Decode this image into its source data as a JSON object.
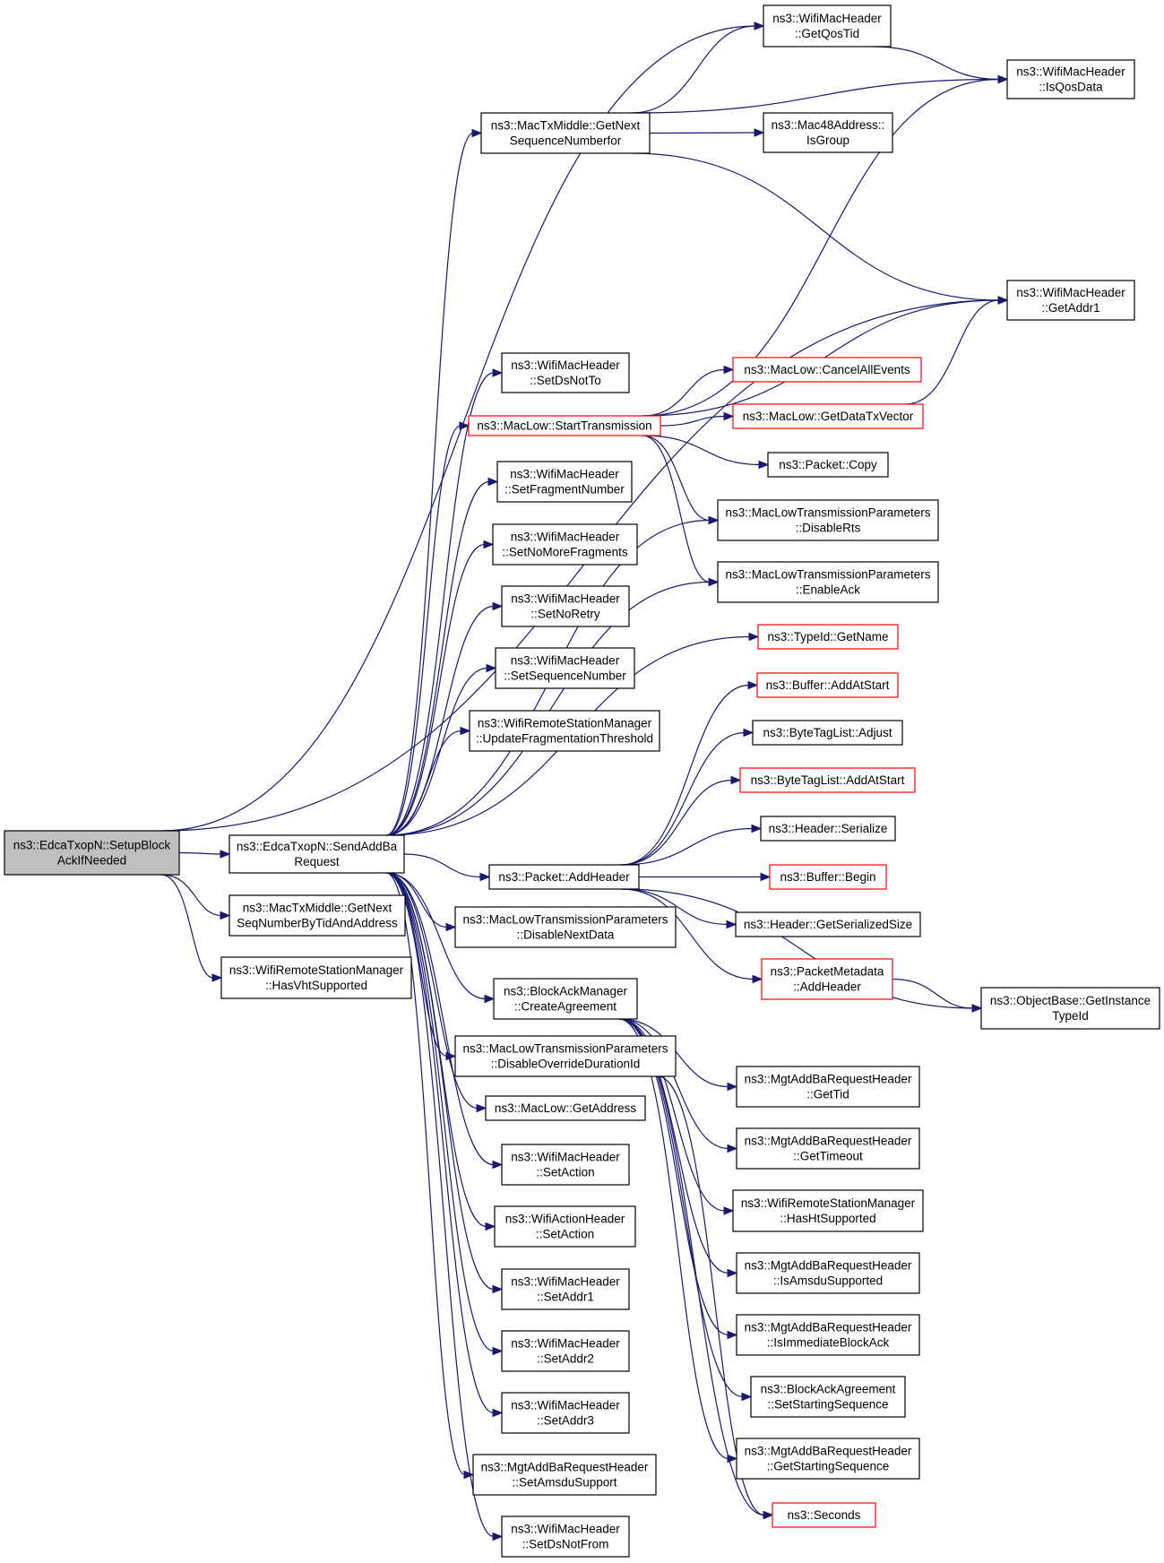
{
  "diagram": {
    "type": "doxygen-call-graph",
    "nodes": [
      {
        "id": "setupblock",
        "lines": [
          "ns3::EdcaTxopN::SetupBlock",
          "AckIfNeeded"
        ],
        "style": "root"
      },
      {
        "id": "sendaddba",
        "lines": [
          "ns3::EdcaTxopN::SendAddBa",
          "Request"
        ],
        "style": "normal"
      },
      {
        "id": "getnextseqtid",
        "lines": [
          "ns3::MacTxMiddle::GetNext",
          "SeqNumberByTidAndAddress"
        ],
        "style": "normal"
      },
      {
        "id": "hasvht",
        "lines": [
          "ns3::WifiRemoteStationManager",
          "::HasVhtSupported"
        ],
        "style": "normal"
      },
      {
        "id": "getnextseqfor",
        "lines": [
          "ns3::MacTxMiddle::GetNext",
          "SequenceNumberfor"
        ],
        "style": "normal"
      },
      {
        "id": "getqostid",
        "lines": [
          "ns3::WifiMacHeader",
          "::GetQosTid"
        ],
        "style": "normal"
      },
      {
        "id": "isqosdata",
        "lines": [
          "ns3::WifiMacHeader",
          "::IsQosData"
        ],
        "style": "normal"
      },
      {
        "id": "isgroup",
        "lines": [
          "ns3::Mac48Address::",
          "IsGroup"
        ],
        "style": "normal"
      },
      {
        "id": "getaddr1",
        "lines": [
          "ns3::WifiMacHeader",
          "::GetAddr1"
        ],
        "style": "normal"
      },
      {
        "id": "setdsnotto",
        "lines": [
          "ns3::WifiMacHeader",
          "::SetDsNotTo"
        ],
        "style": "normal"
      },
      {
        "id": "starttx",
        "lines": [
          "ns3::MacLow::StartTransmission"
        ],
        "style": "red"
      },
      {
        "id": "cancelall",
        "lines": [
          "ns3::MacLow::CancelAllEvents"
        ],
        "style": "red"
      },
      {
        "id": "getdatatx",
        "lines": [
          "ns3::MacLow::GetDataTxVector"
        ],
        "style": "red"
      },
      {
        "id": "packetcopy",
        "lines": [
          "ns3::Packet::Copy"
        ],
        "style": "normal"
      },
      {
        "id": "disablerts",
        "lines": [
          "ns3::MacLowTransmissionParameters",
          "::DisableRts"
        ],
        "style": "normal"
      },
      {
        "id": "enableack",
        "lines": [
          "ns3::MacLowTransmissionParameters",
          "::EnableAck"
        ],
        "style": "normal"
      },
      {
        "id": "setfragnum",
        "lines": [
          "ns3::WifiMacHeader",
          "::SetFragmentNumber"
        ],
        "style": "normal"
      },
      {
        "id": "setnomorefrag",
        "lines": [
          "ns3::WifiMacHeader",
          "::SetNoMoreFragments"
        ],
        "style": "normal"
      },
      {
        "id": "setnoretry",
        "lines": [
          "ns3::WifiMacHeader",
          "::SetNoRetry"
        ],
        "style": "normal"
      },
      {
        "id": "setseqnum",
        "lines": [
          "ns3::WifiMacHeader",
          "::SetSequenceNumber"
        ],
        "style": "normal"
      },
      {
        "id": "updatefrag",
        "lines": [
          "ns3::WifiRemoteStationManager",
          "::UpdateFragmentationThreshold"
        ],
        "style": "normal"
      },
      {
        "id": "typeidname",
        "lines": [
          "ns3::TypeId::GetName"
        ],
        "style": "red"
      },
      {
        "id": "bufaddatstart",
        "lines": [
          "ns3::Buffer::AddAtStart"
        ],
        "style": "red"
      },
      {
        "id": "bytetagadjust",
        "lines": [
          "ns3::ByteTagList::Adjust"
        ],
        "style": "normal"
      },
      {
        "id": "bytetagaddatstart",
        "lines": [
          "ns3::ByteTagList::AddAtStart"
        ],
        "style": "red"
      },
      {
        "id": "headerserialize",
        "lines": [
          "ns3::Header::Serialize"
        ],
        "style": "normal"
      },
      {
        "id": "bufbegin",
        "lines": [
          "ns3::Buffer::Begin"
        ],
        "style": "red"
      },
      {
        "id": "headersersize",
        "lines": [
          "ns3::Header::GetSerializedSize"
        ],
        "style": "normal"
      },
      {
        "id": "pktmetaadd",
        "lines": [
          "ns3::PacketMetadata",
          "::AddHeader"
        ],
        "style": "red"
      },
      {
        "id": "getinstancetypeid",
        "lines": [
          "ns3::ObjectBase::GetInstance",
          "TypeId"
        ],
        "style": "normal"
      },
      {
        "id": "packetaddheader",
        "lines": [
          "ns3::Packet::AddHeader"
        ],
        "style": "normal"
      },
      {
        "id": "disablenextdata",
        "lines": [
          "ns3::MacLowTransmissionParameters",
          "::DisableNextData"
        ],
        "style": "normal"
      },
      {
        "id": "createagreement",
        "lines": [
          "ns3::BlockAckManager",
          "::CreateAgreement"
        ],
        "style": "normal"
      },
      {
        "id": "disableoverride",
        "lines": [
          "ns3::MacLowTransmissionParameters",
          "::DisableOverrideDurationId"
        ],
        "style": "normal"
      },
      {
        "id": "getaddress",
        "lines": [
          "ns3::MacLow::GetAddress"
        ],
        "style": "normal"
      },
      {
        "id": "setactionmac",
        "lines": [
          "ns3::WifiMacHeader",
          "::SetAction"
        ],
        "style": "normal"
      },
      {
        "id": "setactionaction",
        "lines": [
          "ns3::WifiActionHeader",
          "::SetAction"
        ],
        "style": "normal"
      },
      {
        "id": "setaddr1",
        "lines": [
          "ns3::WifiMacHeader",
          "::SetAddr1"
        ],
        "style": "normal"
      },
      {
        "id": "setaddr2",
        "lines": [
          "ns3::WifiMacHeader",
          "::SetAddr2"
        ],
        "style": "normal"
      },
      {
        "id": "setaddr3",
        "lines": [
          "ns3::WifiMacHeader",
          "::SetAddr3"
        ],
        "style": "normal"
      },
      {
        "id": "setamsdu",
        "lines": [
          "ns3::MgtAddBaRequestHeader",
          "::SetAmsduSupport"
        ],
        "style": "normal"
      },
      {
        "id": "setdsnotfrom",
        "lines": [
          "ns3::WifiMacHeader",
          "::SetDsNotFrom"
        ],
        "style": "normal"
      },
      {
        "id": "gettid",
        "lines": [
          "ns3::MgtAddBaRequestHeader",
          "::GetTid"
        ],
        "style": "normal"
      },
      {
        "id": "gettimeout",
        "lines": [
          "ns3::MgtAddBaRequestHeader",
          "::GetTimeout"
        ],
        "style": "normal"
      },
      {
        "id": "hasht",
        "lines": [
          "ns3::WifiRemoteStationManager",
          "::HasHtSupported"
        ],
        "style": "normal"
      },
      {
        "id": "isamsdu",
        "lines": [
          "ns3::MgtAddBaRequestHeader",
          "::IsAmsduSupported"
        ],
        "style": "normal"
      },
      {
        "id": "isimmediate",
        "lines": [
          "ns3::MgtAddBaRequestHeader",
          "::IsImmediateBlockAck"
        ],
        "style": "normal"
      },
      {
        "id": "setstartseq",
        "lines": [
          "ns3::BlockAckAgreement",
          "::SetStartingSequence"
        ],
        "style": "normal"
      },
      {
        "id": "getstartseq",
        "lines": [
          "ns3::MgtAddBaRequestHeader",
          "::GetStartingSequence"
        ],
        "style": "normal"
      },
      {
        "id": "seconds",
        "lines": [
          "ns3::Seconds"
        ],
        "style": "red"
      }
    ],
    "edges": [
      [
        "setupblock",
        "sendaddba"
      ],
      [
        "setupblock",
        "getnextseqtid"
      ],
      [
        "setupblock",
        "hasvht"
      ],
      [
        "setupblock",
        "getqostid"
      ],
      [
        "setupblock",
        "getaddr1"
      ],
      [
        "sendaddba",
        "getnextseqfor"
      ],
      [
        "sendaddba",
        "setdsnotto"
      ],
      [
        "sendaddba",
        "starttx"
      ],
      [
        "sendaddba",
        "setfragnum"
      ],
      [
        "sendaddba",
        "setnomorefrag"
      ],
      [
        "sendaddba",
        "setnoretry"
      ],
      [
        "sendaddba",
        "setseqnum"
      ],
      [
        "sendaddba",
        "updatefrag"
      ],
      [
        "sendaddba",
        "disablerts"
      ],
      [
        "sendaddba",
        "enableack"
      ],
      [
        "sendaddba",
        "packetaddheader"
      ],
      [
        "sendaddba",
        "disablenextdata"
      ],
      [
        "sendaddba",
        "createagreement"
      ],
      [
        "sendaddba",
        "disableoverride"
      ],
      [
        "sendaddba",
        "getaddress"
      ],
      [
        "sendaddba",
        "setactionmac"
      ],
      [
        "sendaddba",
        "setactionaction"
      ],
      [
        "sendaddba",
        "setaddr1"
      ],
      [
        "sendaddba",
        "setaddr2"
      ],
      [
        "sendaddba",
        "setaddr3"
      ],
      [
        "sendaddba",
        "setamsdu"
      ],
      [
        "sendaddba",
        "setdsnotfrom"
      ],
      [
        "sendaddba",
        "typeidname"
      ],
      [
        "getnextseqfor",
        "getqostid"
      ],
      [
        "getnextseqfor",
        "isqosdata"
      ],
      [
        "getnextseqfor",
        "isgroup"
      ],
      [
        "getnextseqfor",
        "getaddr1"
      ],
      [
        "getqostid",
        "isqosdata"
      ],
      [
        "starttx",
        "isqosdata"
      ],
      [
        "starttx",
        "getaddr1"
      ],
      [
        "starttx",
        "cancelall"
      ],
      [
        "starttx",
        "getdatatx"
      ],
      [
        "starttx",
        "packetcopy"
      ],
      [
        "starttx",
        "disablerts"
      ],
      [
        "starttx",
        "enableack"
      ],
      [
        "getdatatx",
        "getaddr1"
      ],
      [
        "packetaddheader",
        "bufaddatstart"
      ],
      [
        "packetaddheader",
        "bytetagadjust"
      ],
      [
        "packetaddheader",
        "bytetagaddatstart"
      ],
      [
        "packetaddheader",
        "headerserialize"
      ],
      [
        "packetaddheader",
        "bufbegin"
      ],
      [
        "packetaddheader",
        "headersersize"
      ],
      [
        "packetaddheader",
        "pktmetaadd"
      ],
      [
        "packetaddheader",
        "getinstancetypeid"
      ],
      [
        "pktmetaadd",
        "getinstancetypeid"
      ],
      [
        "createagreement",
        "gettid"
      ],
      [
        "createagreement",
        "gettimeout"
      ],
      [
        "createagreement",
        "hasht"
      ],
      [
        "createagreement",
        "isamsdu"
      ],
      [
        "createagreement",
        "isimmediate"
      ],
      [
        "createagreement",
        "setstartseq"
      ],
      [
        "createagreement",
        "getstartseq"
      ],
      [
        "createagreement",
        "seconds"
      ],
      [
        "disableoverride",
        "seconds"
      ]
    ]
  }
}
